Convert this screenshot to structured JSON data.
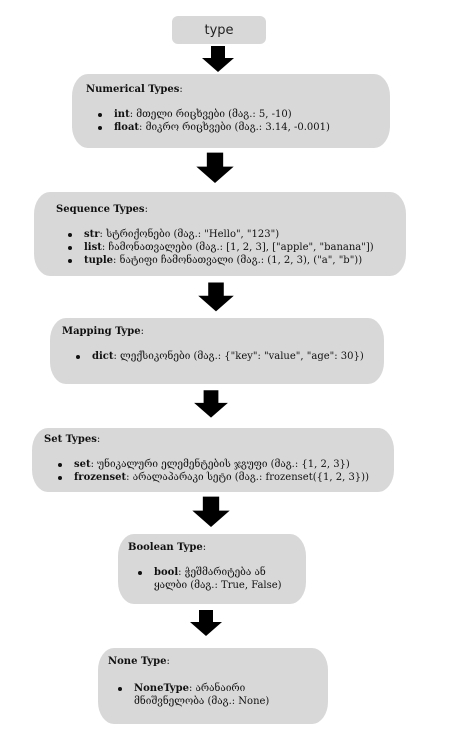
{
  "root": {
    "label": "type"
  },
  "groups": [
    {
      "title": "Numerical Types",
      "items": [
        {
          "name": "int",
          "desc": ": მთელი რიცხვები (მაგ.: 5, -10)"
        },
        {
          "name": "float",
          "desc": ": მიკრო რიცხვები (მაგ.: 3.14, -0.001)"
        }
      ]
    },
    {
      "title": "Sequence Types",
      "items": [
        {
          "name": "str",
          "desc": ": სტრიქონები (მაგ.: \"Hello\", \"123\")"
        },
        {
          "name": "list",
          "desc": ": ჩამონათვალები (მაგ.: [1, 2, 3], [\"apple\", \"banana\"])"
        },
        {
          "name": "tuple",
          "desc": ": ნატიფი ჩამონათვალი (მაგ.: (1, 2, 3), (\"a\", \"b\"))"
        }
      ]
    },
    {
      "title": "Mapping Type",
      "items": [
        {
          "name": "dict",
          "desc": ": ლექსიკონები (მაგ.: {\"key\": \"value\", \"age\": 30})"
        }
      ]
    },
    {
      "title": "Set Types",
      "items": [
        {
          "name": "set",
          "desc": ": უნიკალური ელემენტების ჯგუფი (მაგ.: {1, 2, 3})"
        },
        {
          "name": "frozenset",
          "desc": ": არალაპარაკი სეტი (მაგ.: frozenset({1, 2, 3}))"
        }
      ]
    },
    {
      "title": "Boolean Type",
      "items": [
        {
          "name": "bool",
          "desc": ": ჭეშმარიტება ან ყალბი (მაგ.: True, False)"
        }
      ]
    },
    {
      "title": "None Type",
      "items": [
        {
          "name": "NoneType",
          "desc": ": არანაირი მნიშვნელობა (მაგ.: None)"
        }
      ]
    }
  ]
}
